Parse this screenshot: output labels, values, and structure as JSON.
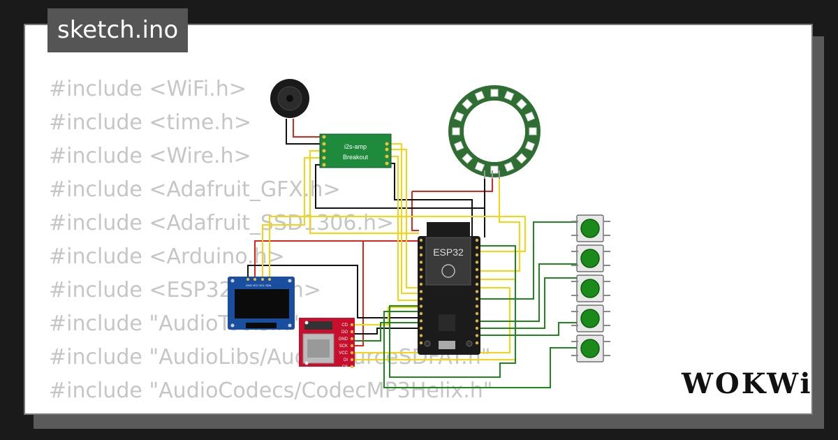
{
  "tab": {
    "filename": "sketch.ino"
  },
  "code_lines": [
    "#include <WiFi.h>",
    "#include <time.h>",
    "#include <Wire.h>",
    "#include <Adafruit_GFX.h>",
    "#include <Adafruit_SSD1306.h>",
    "#include <Arduino.h>",
    "#include <ESP32Time.h>",
    "#include \"AudioTools.h\"",
    "#include \"AudioLibs/AudioSourceSDFAT.h\"",
    "#include \"AudioCodecs/CodecMP3Helix.h\""
  ],
  "circuit": {
    "amp_line1": "i2s-amp",
    "amp_line2": "Breakout",
    "mcu_label": "ESP32",
    "oled_pins": "GND VCC SCL SDA",
    "sd_pins": [
      "CD",
      "DO",
      "GND",
      "SCK",
      "VCC",
      "DI",
      "CS"
    ]
  },
  "brand": {
    "logo": "WOKWi"
  },
  "colors": {
    "wire_red": "#e0231c",
    "wire_yellow": "#f5d60c",
    "wire_black": "#111111",
    "wire_green": "#1b8a1b",
    "board_green": "#1e8a3c",
    "button_green": "#1a8a1a",
    "ring_green": "#2f6e32",
    "sd_red": "#c8102e",
    "oled_blue": "#1a4fa0"
  }
}
